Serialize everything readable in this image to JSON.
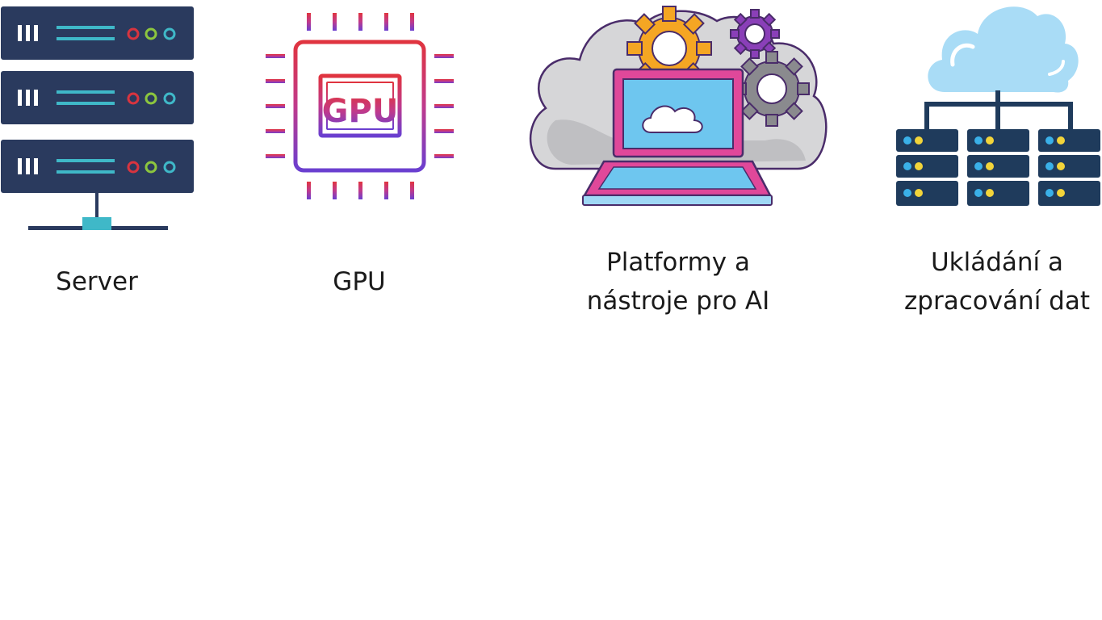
{
  "items": [
    {
      "icon": "server-rack-icon",
      "label_lines": [
        "Server"
      ]
    },
    {
      "icon": "gpu-chip-icon",
      "chip_text": "GPU",
      "label_lines": [
        "GPU"
      ]
    },
    {
      "icon": "cloud-laptop-gears-icon",
      "label_lines": [
        "Platformy a",
        "nástroje pro AI"
      ]
    },
    {
      "icon": "cloud-storage-network-icon",
      "label_lines": [
        "Ukládání a",
        "zpracování dat"
      ]
    }
  ],
  "colors": {
    "navy": "#2a3a5e",
    "teal": "#3fb8c8",
    "red": "#d8343f",
    "green": "#8cc63e",
    "purple": "#6a3fd0",
    "pink": "#e0489a",
    "orange": "#f5a623",
    "sky": "#7fd0f2"
  }
}
